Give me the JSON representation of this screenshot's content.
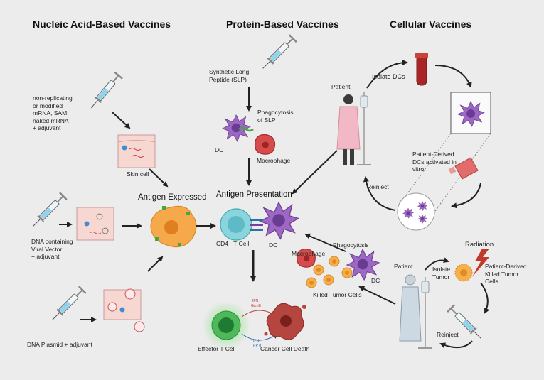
{
  "headers": {
    "nucleic": "Nucleic Acid-Based Vaccines",
    "protein": "Protein-Based Vaccines",
    "cellular": "Cellular Vaccines"
  },
  "nucleic": {
    "mrna_label": "non-replicating\nor modified\nmRNA, SAM,\nnaked mRNA\n+ adjuvant",
    "skin_cell": "Skin cell",
    "dna_vector": "DNA containing\nViral Vector\n+ adjuvant",
    "dna_plasmid": "DNA Plasmid + adjuvant",
    "antigen_expressed": "Antigen Expressed"
  },
  "protein": {
    "slp": "Synthetic Long\nPeptide (SLP)",
    "phago_slp": "Phagocytosis\nof SLP",
    "dc": "DC",
    "macrophage": "Macrophage",
    "antigen_presentation": "Antigen Presentation",
    "cd4": "CD4+ T Cell",
    "dc2": "DC",
    "effector": "Effector T Cell",
    "cancer_death": "Cancer Cell Death",
    "mol_top_1": "IFN",
    "mol_top_2": "GzmB",
    "mol_bot_1": "IFNγ",
    "mol_bot_2": "TRP α"
  },
  "cellular": {
    "patient_top": "Patient",
    "isolate_dcs": "Isolate DCs",
    "patient_derived_dcs": "Patient-Derived\nDCs activated in\nvitro",
    "reinject_top": "Reinject",
    "patient_bottom": "Patient",
    "isolate_tumor": "Isolate\nTumor",
    "radiation": "Radiation",
    "killed_tumor_derived": "Patient-Derived\nKilled Tumor\nCells",
    "reinject_bottom": "Reinject",
    "phagocytosis": "Phagocytosis",
    "macrophage": "Macrophage",
    "dc": "DC",
    "killed_tumor_cells": "Killed Tumor Cells"
  },
  "colors": {
    "background": "#ececec",
    "dc_purple": "#8e5bb5",
    "macrophage_red": "#d24a4a",
    "antigen_orange": "#f0a53a",
    "tcell_teal": "#6cc7d0",
    "effector_green": "#3fae57",
    "tumor_brown": "#b0443e",
    "syringe_liquid": "#8fd3ee"
  }
}
